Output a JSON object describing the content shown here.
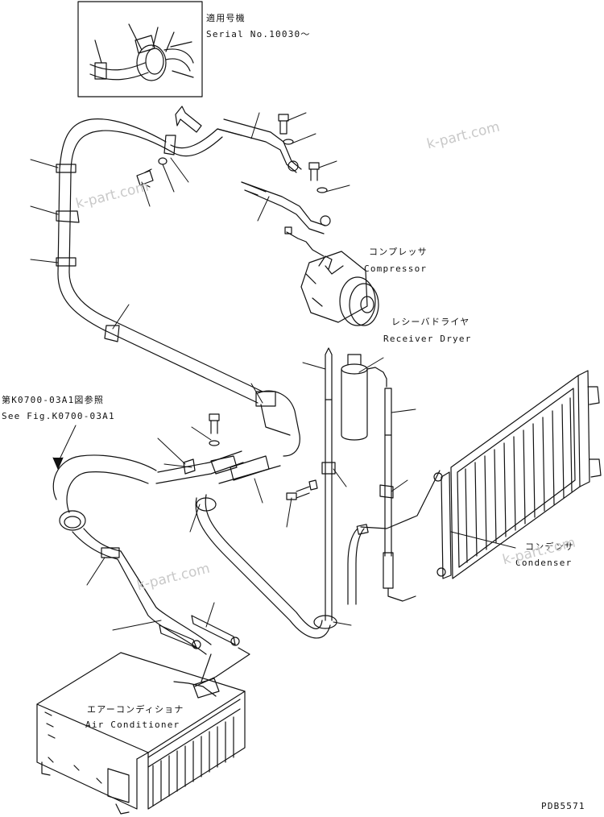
{
  "inset": {
    "jp": "適用号機",
    "serial": "Serial No.10030～"
  },
  "labels": {
    "compressor_jp": "コンプレッサ",
    "compressor_en": "Compressor",
    "receiver_jp": "レシーバドライヤ",
    "receiver_en": "Receiver Dryer",
    "see_fig_jp": "第K0700-03A1図参照",
    "see_fig_en": "See Fig.K0700-03A1",
    "condenser_jp": "コンデンサ",
    "condenser_en": "Condenser",
    "aircon_jp": "エアーコンディショナ",
    "aircon_en": "Air Conditioner"
  },
  "drawing_code": "PDB5571",
  "watermark": "k-part.com"
}
